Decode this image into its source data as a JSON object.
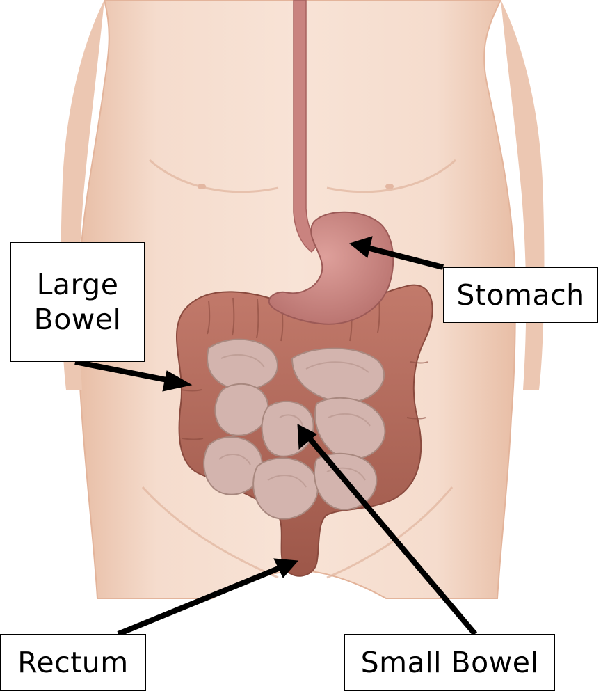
{
  "labels": {
    "large_bowel": [
      "Large",
      "Bowel"
    ],
    "stomach": "Stomach",
    "rectum": "Rectum",
    "small_bowel": "Small Bowel"
  },
  "colors": {
    "skin": "#f3d5c3",
    "skin_shadow": "#e4b89f",
    "esophagus": "#c9837f",
    "stomach": "#c98582",
    "large_intestine": "#b36a5c",
    "small_intestine": "#d3b4ae",
    "arrow": "#000000"
  }
}
